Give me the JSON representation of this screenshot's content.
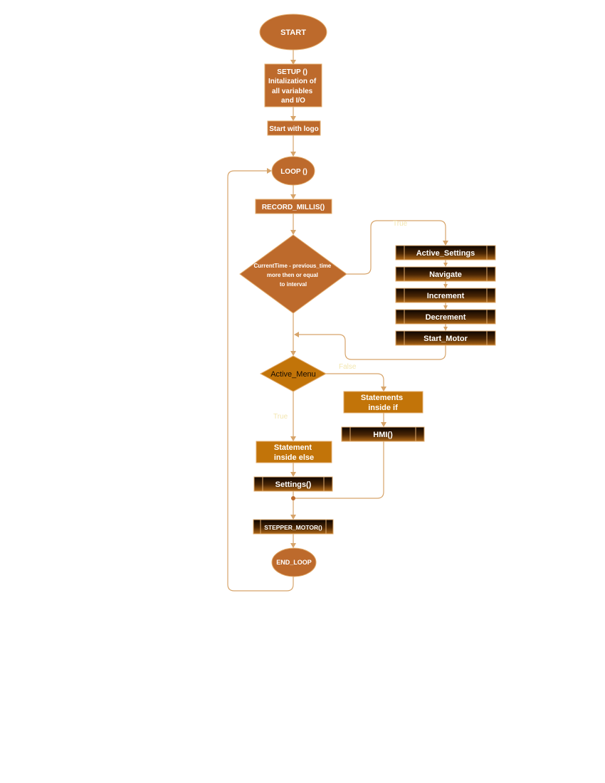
{
  "colors": {
    "primary": "#bd6a2c",
    "primary_stroke": "#e2ac6e",
    "menu_fill": "#c27409",
    "connector": "#d7a46a",
    "sub_top": "#0c0400",
    "sub_bottom": "#b26a18",
    "branch_label": "#f3e6b0"
  },
  "nodes": {
    "start": "START",
    "setup": [
      "SETUP ()",
      "Initalization of",
      "all variables",
      "and I/O"
    ],
    "start_logo": "Start with logo",
    "loop": "LOOP ()",
    "record_millis": "RECORD_MILLIS()",
    "condition": [
      "CurrentTime - previous_time",
      "more then or equal",
      "to interval"
    ],
    "active_settings": "Active_Settings",
    "navigate": "Navigate",
    "increment": "Increment",
    "decrement": "Decrement",
    "start_motor": "Start_Motor",
    "active_menu": "Active_Menu",
    "statements_if": [
      "Statements",
      "inside if"
    ],
    "hmi": "HMI()",
    "statement_else": [
      "Statement",
      "inside else"
    ],
    "settings": "Settings()",
    "stepper_motor": "STEPPER_MOTOR()",
    "end_loop": "END_LOOP"
  },
  "branch_labels": {
    "condition_true": "True",
    "menu_false": "False",
    "menu_true": "True"
  }
}
